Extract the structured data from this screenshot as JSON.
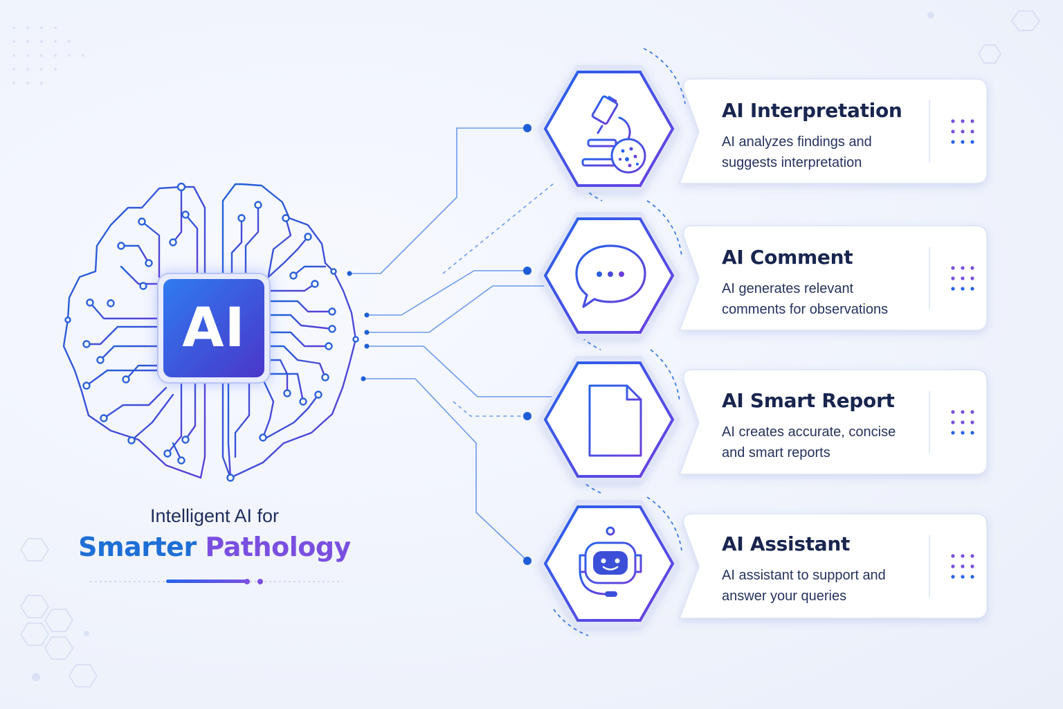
{
  "chip": {
    "label": "AI"
  },
  "tagline": {
    "line1": "Intelligent AI for",
    "word1": "Smarter",
    "word2": "Pathology"
  },
  "features": [
    {
      "title": "AI Interpretation",
      "description": "AI analyzes findings and\nsuggests interpretation",
      "icon": "microscope-icon"
    },
    {
      "title": "AI Comment",
      "description": "AI generates relevant\ncomments for observations",
      "icon": "chat-bubble-icon"
    },
    {
      "title": "AI Smart Report",
      "description": "AI creates accurate, concise\nand smart reports",
      "icon": "report-document-icon"
    },
    {
      "title": "AI Assistant",
      "description": "AI assistant to support and\nanswer your queries",
      "icon": "robot-assistant-icon"
    }
  ],
  "colors": {
    "primary_blue": "#1e6fd6",
    "accent_purple": "#7a4fe0",
    "navy_text": "#18254f",
    "chip_gradient_start": "#2f7bf0",
    "chip_gradient_end": "#4a36c9"
  }
}
